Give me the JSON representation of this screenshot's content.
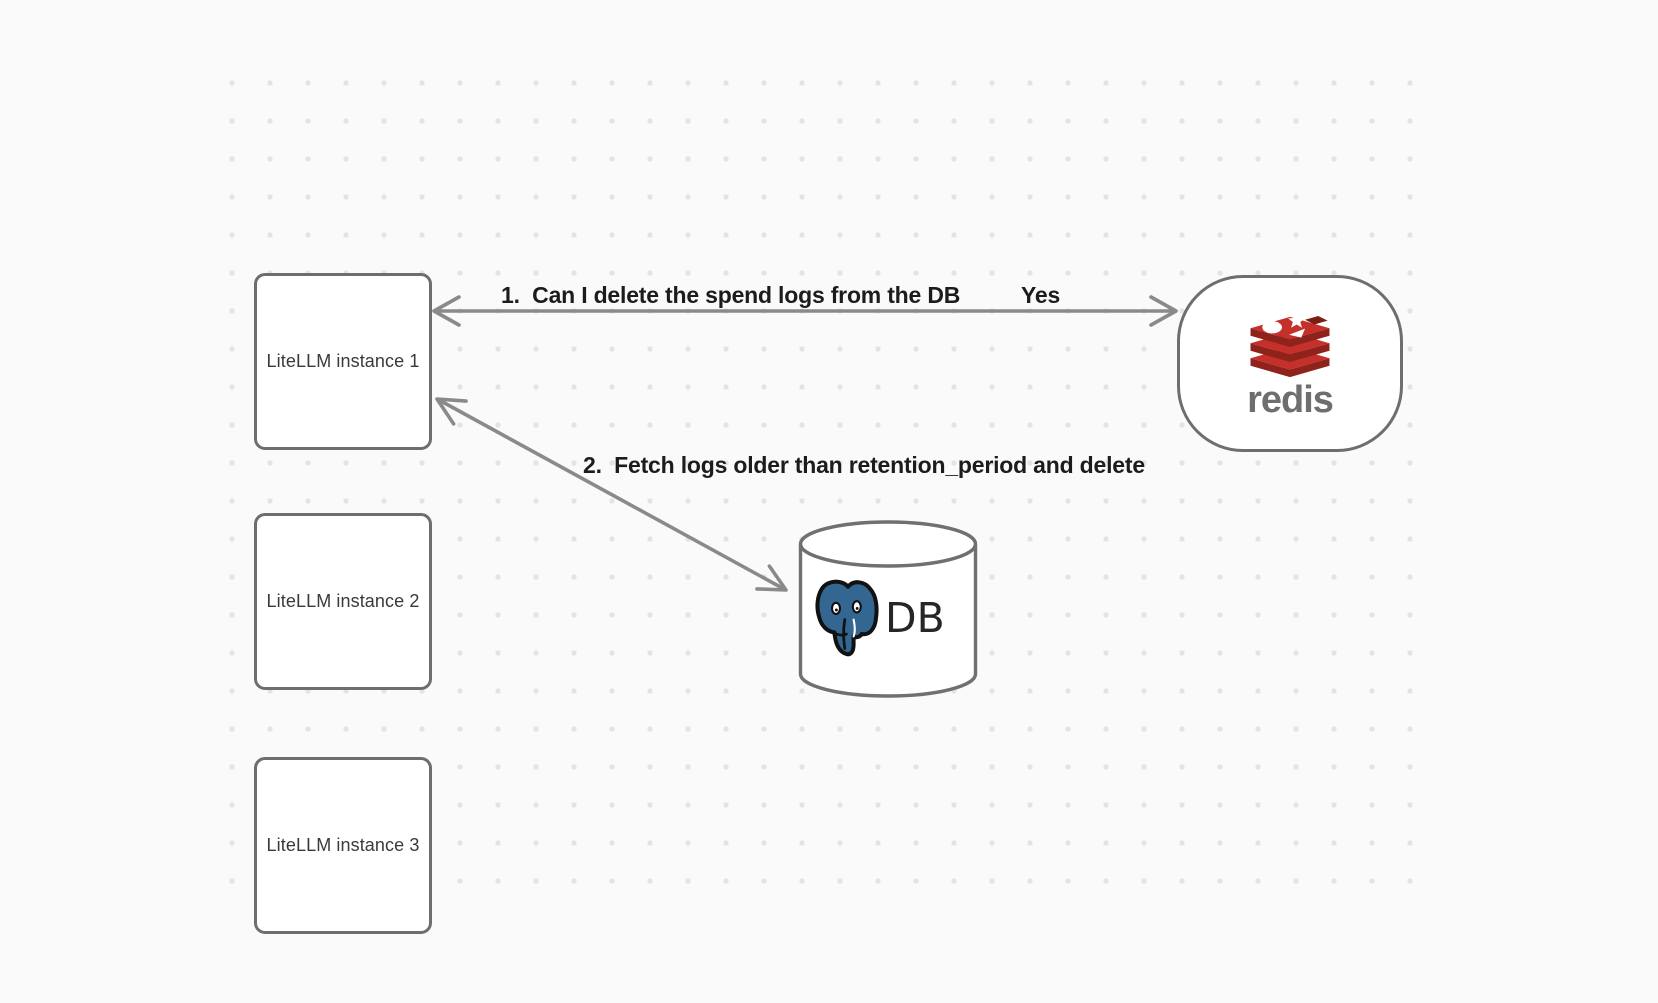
{
  "diagram": {
    "title_context": "LiteLLM spend-log deletion coordination diagram",
    "nodes": {
      "instances": [
        {
          "id": "litellm-1",
          "label": "LiteLLM instance 1"
        },
        {
          "id": "litellm-2",
          "label": "LiteLLM instance 2"
        },
        {
          "id": "litellm-3",
          "label": "LiteLLM instance 3"
        }
      ],
      "redis": {
        "label": "redis",
        "icon": "redis-logo",
        "brand_red": "#c6302b",
        "brand_red_dark": "#8f231b",
        "wordmark_color": "#6e6e6e"
      },
      "db": {
        "label": "DB",
        "icon": "postgresql-elephant",
        "brand_blue": "#336791"
      }
    },
    "arrows": [
      {
        "id": "arrow-1",
        "from": "litellm-1",
        "to": "redis",
        "direction": "bidirectional",
        "label": "1.  Can I delete the spend logs from the DB",
        "response_label": "Yes"
      },
      {
        "id": "arrow-2",
        "from": "litellm-1",
        "to": "db",
        "direction": "bidirectional",
        "label": "2.  Fetch logs older than retention_period and delete"
      }
    ],
    "colors": {
      "background": "#fafafa",
      "grid_dot": "#e4e4e4",
      "node_border": "#6e6e6e",
      "node_fill": "#ffffff",
      "node_text": "#3a3a3a",
      "arrow": "#8a8a8a",
      "label_text": "#1c1c1c"
    }
  }
}
